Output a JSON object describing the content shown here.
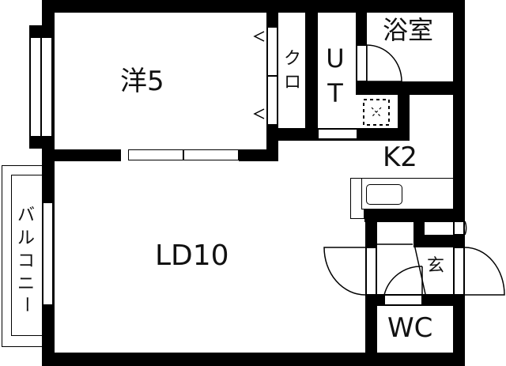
{
  "floor_plan": {
    "rooms": [
      {
        "id": "western-room",
        "label": "洋5"
      },
      {
        "id": "closet",
        "label": "クロ"
      },
      {
        "id": "utility",
        "label": "UT"
      },
      {
        "id": "bathroom",
        "label": "浴室"
      },
      {
        "id": "kitchen",
        "label": "K2"
      },
      {
        "id": "living-dining",
        "label": "LD10"
      },
      {
        "id": "entrance",
        "label": "玄"
      },
      {
        "id": "toilet",
        "label": "WC"
      },
      {
        "id": "balcony",
        "label": "バルコニー"
      }
    ],
    "closet_label_chars": [
      "ク",
      "ロ"
    ],
    "utility_label_chars": [
      "U",
      "T"
    ],
    "balcony_label_chars": [
      "バ",
      "ル",
      "コ",
      "ニ",
      "ー"
    ],
    "colors": {
      "wall": "#000000",
      "background": "#ffffff"
    }
  }
}
